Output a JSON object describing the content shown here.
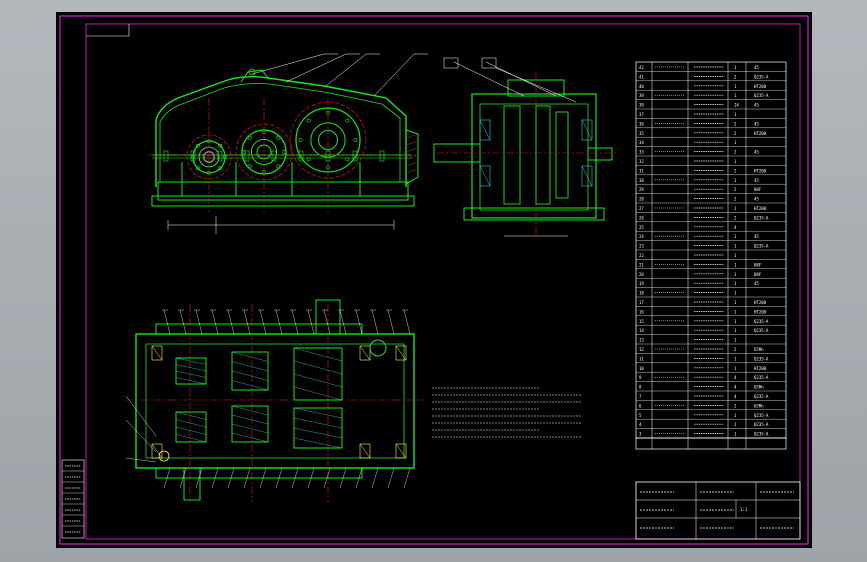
{
  "colors": {
    "background": "#000000",
    "frame": "#d01fd0",
    "outline": "#19e619",
    "centerline": "#e01818",
    "dimension": "#ffffff",
    "section": "#22d3d3",
    "highlight": "#ffff33",
    "viewport": "#a9aeb3"
  },
  "bom": {
    "rows": [
      {
        "no": "42",
        "code": "",
        "name": "",
        "qty": "1",
        "mat": "45"
      },
      {
        "no": "41",
        "code": "",
        "name": "",
        "qty": "2",
        "mat": "Q235-A"
      },
      {
        "no": "40",
        "code": "",
        "name": "",
        "qty": "1",
        "mat": "HT200"
      },
      {
        "no": "39",
        "code": "",
        "name": "",
        "qty": "1",
        "mat": "Q235-A"
      },
      {
        "no": "38",
        "code": "",
        "name": "",
        "qty": "24",
        "mat": "45"
      },
      {
        "no": "37",
        "code": "",
        "name": "",
        "qty": "1",
        "mat": ""
      },
      {
        "no": "36",
        "code": "",
        "name": "",
        "qty": "2",
        "mat": "45"
      },
      {
        "no": "35",
        "code": "",
        "name": "",
        "qty": "2",
        "mat": "HT200"
      },
      {
        "no": "34",
        "code": "",
        "name": "",
        "qty": "1",
        "mat": ""
      },
      {
        "no": "33",
        "code": "",
        "name": "",
        "qty": "2",
        "mat": "45"
      },
      {
        "no": "32",
        "code": "",
        "name": "",
        "qty": "1",
        "mat": ""
      },
      {
        "no": "31",
        "code": "",
        "name": "",
        "qty": "2",
        "mat": "HT200"
      },
      {
        "no": "30",
        "code": "",
        "name": "",
        "qty": "1",
        "mat": "45"
      },
      {
        "no": "29",
        "code": "",
        "name": "",
        "qty": "2",
        "mat": "08F"
      },
      {
        "no": "28",
        "code": "",
        "name": "",
        "qty": "2",
        "mat": "45"
      },
      {
        "no": "27",
        "code": "",
        "name": "",
        "qty": "1",
        "mat": "HT200"
      },
      {
        "no": "26",
        "code": "",
        "name": "",
        "qty": "2",
        "mat": "Q235-A"
      },
      {
        "no": "25",
        "code": "",
        "name": "",
        "qty": "4",
        "mat": ""
      },
      {
        "no": "24",
        "code": "",
        "name": "",
        "qty": "1",
        "mat": "45"
      },
      {
        "no": "23",
        "code": "",
        "name": "",
        "qty": "1",
        "mat": "Q235-A"
      },
      {
        "no": "22",
        "code": "",
        "name": "",
        "qty": "1",
        "mat": ""
      },
      {
        "no": "21",
        "code": "",
        "name": "",
        "qty": "1",
        "mat": "08F"
      },
      {
        "no": "20",
        "code": "",
        "name": "",
        "qty": "1",
        "mat": "08F"
      },
      {
        "no": "19",
        "code": "",
        "name": "",
        "qty": "1",
        "mat": "45"
      },
      {
        "no": "18",
        "code": "",
        "name": "",
        "qty": "1",
        "mat": ""
      },
      {
        "no": "17",
        "code": "",
        "name": "",
        "qty": "1",
        "mat": "HT200"
      },
      {
        "no": "16",
        "code": "",
        "name": "",
        "qty": "1",
        "mat": "HT200"
      },
      {
        "no": "15",
        "code": "",
        "name": "",
        "qty": "1",
        "mat": "Q235-A"
      },
      {
        "no": "14",
        "code": "",
        "name": "",
        "qty": "1",
        "mat": "Q235-A"
      },
      {
        "no": "13",
        "code": "",
        "name": "",
        "qty": "1",
        "mat": ""
      },
      {
        "no": "12",
        "code": "",
        "name": "",
        "qty": "2",
        "mat": "65Mn"
      },
      {
        "no": "11",
        "code": "",
        "name": "",
        "qty": "1",
        "mat": "Q235-A"
      },
      {
        "no": "10",
        "code": "",
        "name": "",
        "qty": "1",
        "mat": "HT200"
      },
      {
        "no": "9",
        "code": "",
        "name": "",
        "qty": "4",
        "mat": "Q235-A"
      },
      {
        "no": "8",
        "code": "",
        "name": "",
        "qty": "4",
        "mat": "65Mn"
      },
      {
        "no": "7",
        "code": "",
        "name": "",
        "qty": "4",
        "mat": "Q235-A"
      },
      {
        "no": "6",
        "code": "",
        "name": "",
        "qty": "2",
        "mat": "65Mn"
      },
      {
        "no": "5",
        "code": "",
        "name": "",
        "qty": "1",
        "mat": "Q235-A"
      },
      {
        "no": "4",
        "code": "",
        "name": "",
        "qty": "1",
        "mat": "Q235-A"
      },
      {
        "no": "3",
        "code": "",
        "name": "",
        "qty": "1",
        "mat": "Q235-A"
      }
    ]
  },
  "tech_notes": {
    "lines": [
      "",
      "",
      "",
      "",
      "",
      ""
    ]
  },
  "title_block": {
    "scale": "1:1"
  }
}
